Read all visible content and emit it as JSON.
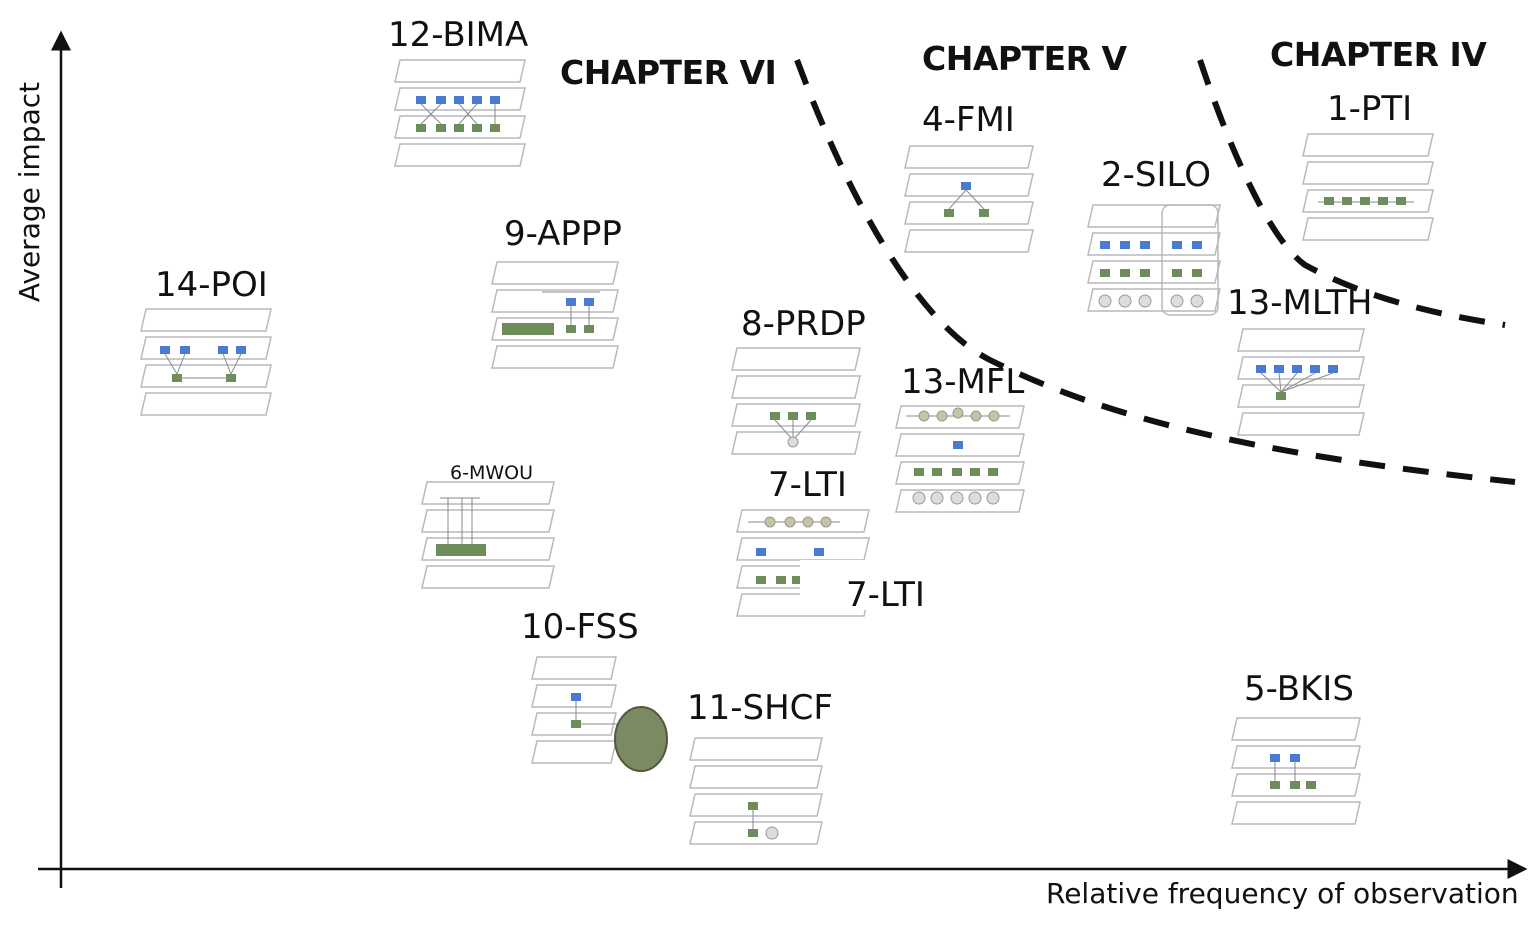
{
  "axes": {
    "x_label": "Relative frequency of observation",
    "y_label": "Average impact"
  },
  "chapters": [
    {
      "id": "chapter-vi",
      "label": "CHAPTER VI"
    },
    {
      "id": "chapter-v",
      "label": "CHAPTER V"
    },
    {
      "id": "chapter-iv",
      "label": "CHAPTER IV"
    }
  ],
  "patterns": [
    {
      "id": "12-bima",
      "label": "12-BIMA"
    },
    {
      "id": "9-appp",
      "label": "9-APPP"
    },
    {
      "id": "14-poi",
      "label": "14-POI"
    },
    {
      "id": "6-mwou",
      "label": "6-MWOU"
    },
    {
      "id": "10-fss",
      "label": "10-FSS"
    },
    {
      "id": "11-shcf",
      "label": "11-SHCF"
    },
    {
      "id": "8-prdp",
      "label": "8-PRDP"
    },
    {
      "id": "7-lti",
      "label": "7-LTI"
    },
    {
      "id": "7-lti-b",
      "label": "7-LTI"
    },
    {
      "id": "4-fmi",
      "label": "4-FMI"
    },
    {
      "id": "13-mfl",
      "label": "13-MFL"
    },
    {
      "id": "2-silo",
      "label": "2-SILO"
    },
    {
      "id": "1-pti",
      "label": "1-PTI"
    },
    {
      "id": "13-mlth",
      "label": "13-MLTH"
    },
    {
      "id": "5-bkis",
      "label": "5-BKIS"
    }
  ],
  "colors": {
    "blue_node": "#4a7bd0",
    "green_node": "#6f8d5a",
    "layer_stroke": "#b9b9b9",
    "boundary": "#111111"
  }
}
